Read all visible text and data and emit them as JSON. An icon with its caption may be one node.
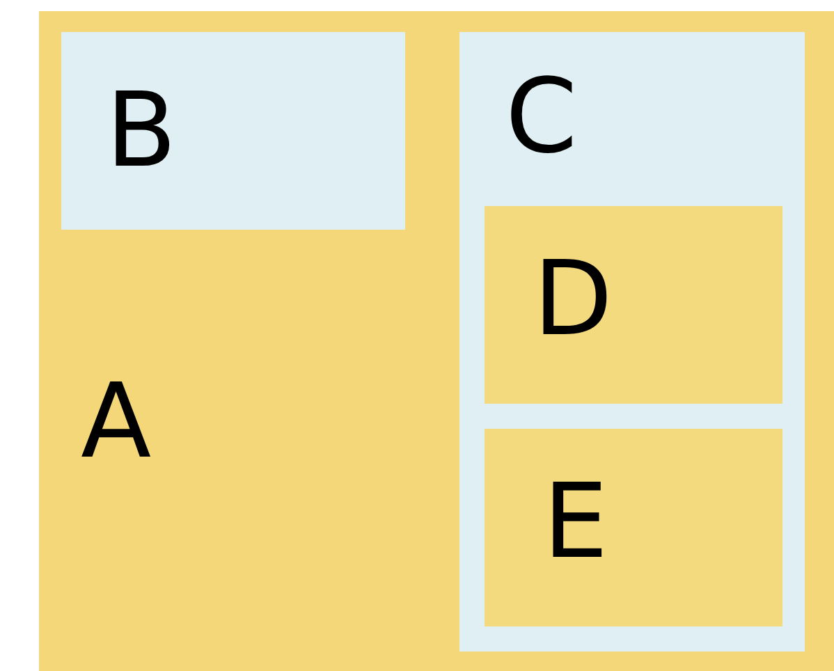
{
  "diagram": {
    "nodes": [
      {
        "text": [
          "A"
        ]
      },
      {
        "text": [
          "B"
        ],
        "in": 0
      },
      {
        "text": [
          "C"
        ],
        "in": 0
      },
      {
        "text": [
          "D"
        ],
        "in": 2
      },
      {
        "text": [
          "E"
        ],
        "in": 2
      }
    ]
  }
}
